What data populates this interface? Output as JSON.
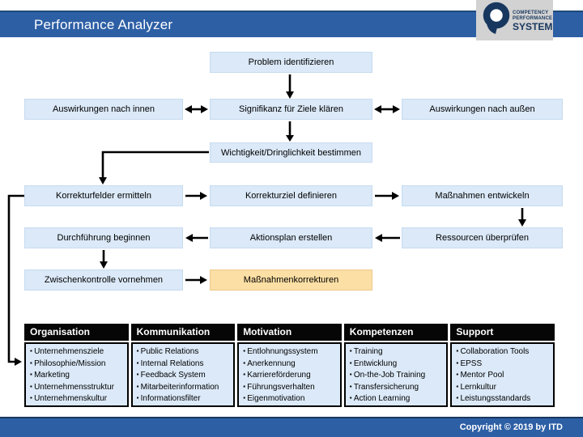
{
  "header": {
    "title": "Performance Analyzer"
  },
  "logo": {
    "brand_line1": "COMPETENCY",
    "brand_line2": "PERFORMANCE",
    "brand_line3": "SYSTEM"
  },
  "flow": {
    "problem": "Problem identifizieren",
    "innen": "Auswirkungen nach innen",
    "signifikanz": "Signifikanz für Ziele klären",
    "aussen": "Auswirkungen nach außen",
    "wichtigkeit": "Wichtigkeit/Dringlichkeit bestimmen",
    "korrekturfelder": "Korrekturfelder ermitteln",
    "korrekturziel": "Korrekturziel definieren",
    "massnahmen": "Maßnahmen entwickeln",
    "durchfuehrung": "Durchführung beginnen",
    "aktionsplan": "Aktionsplan erstellen",
    "ressourcen": "Ressourcen überprüfen",
    "zwischenkontrolle": "Zwischenkontrolle vornehmen",
    "korrekturen": "Maßnahmenkorrekturen"
  },
  "matrix": {
    "columns": [
      {
        "header": "Organisation",
        "items": [
          "Unternehmensziele",
          "Philosophie/Mission",
          "Marketing",
          "Unternehmensstruktur",
          "Unternehmenskultur"
        ]
      },
      {
        "header": "Kommunikation",
        "items": [
          "Public Relations",
          "Internal Relations",
          "Feedback System",
          "Mitarbeiterinformation",
          "Informationsfilter"
        ]
      },
      {
        "header": "Motivation",
        "items": [
          "Entlohnungssystem",
          "Anerkennung",
          "Karriereförderung",
          "Führungsverhalten",
          "Eigenmotivation"
        ]
      },
      {
        "header": "Kompetenzen",
        "items": [
          "Training",
          "Entwicklung",
          "On-the-Job Training",
          "Transfersicherung",
          "Action Learning"
        ]
      },
      {
        "header": "Support",
        "items": [
          "Collaboration Tools",
          "EPSS",
          "Mentor Pool",
          "Lernkultur",
          "Leistungsstandards"
        ]
      }
    ]
  },
  "footer": {
    "copyright": "Copyright © 2019 by ITD"
  },
  "colors": {
    "accent_blue": "#2d5fa5",
    "navy": "#17375e",
    "box_blue": "#dbe9f8",
    "box_orange": "#fcdfa4",
    "header_black": "#060606"
  }
}
